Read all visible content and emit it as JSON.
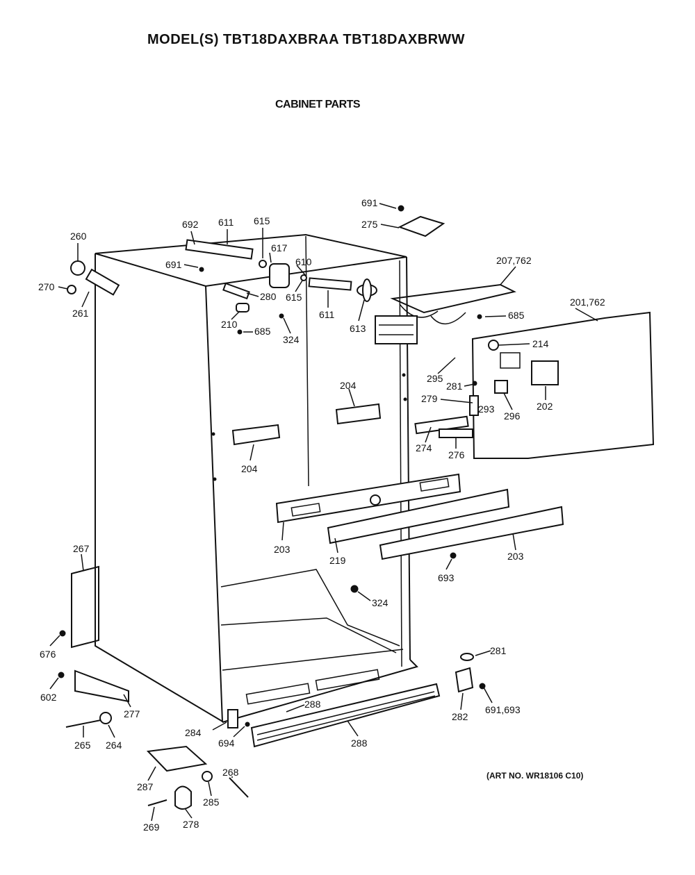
{
  "header": {
    "model_title": "MODEL(S) TBT18DAXBRAA  TBT18DAXBRWW",
    "section_title": "CABINET PARTS"
  },
  "footer": {
    "art_number": "(ART NO. WR18106 C10)"
  },
  "callouts": {
    "c260": "260",
    "c270": "270",
    "c261": "261",
    "c692": "692",
    "c691a": "691",
    "c611a": "611",
    "c615a": "615",
    "c617": "617",
    "c610": "610",
    "c615b": "615",
    "c280": "280",
    "c210": "210",
    "c685a": "685",
    "c324a": "324",
    "c611b": "611",
    "c613": "613",
    "c691b": "691",
    "c275": "275",
    "c207": "207,762",
    "c685b": "685",
    "c201": "201,762",
    "c214": "214",
    "c295": "295",
    "c281a": "281",
    "c279": "279",
    "c293": "293",
    "c296": "296",
    "c202": "202",
    "c274": "274",
    "c276": "276",
    "c204a": "204",
    "c204b": "204",
    "c203a": "203",
    "c219": "219",
    "c203b": "203",
    "c693": "693",
    "c324b": "324",
    "c267": "267",
    "c676": "676",
    "c602": "602",
    "c277": "277",
    "c265": "265",
    "c264": "264",
    "c284": "284",
    "c694": "694",
    "c288a": "288",
    "c288b": "288",
    "c281b": "281",
    "c282": "282",
    "c691c": "691,693",
    "c287": "287",
    "c268": "268",
    "c285": "285",
    "c269": "269",
    "c278": "278"
  }
}
